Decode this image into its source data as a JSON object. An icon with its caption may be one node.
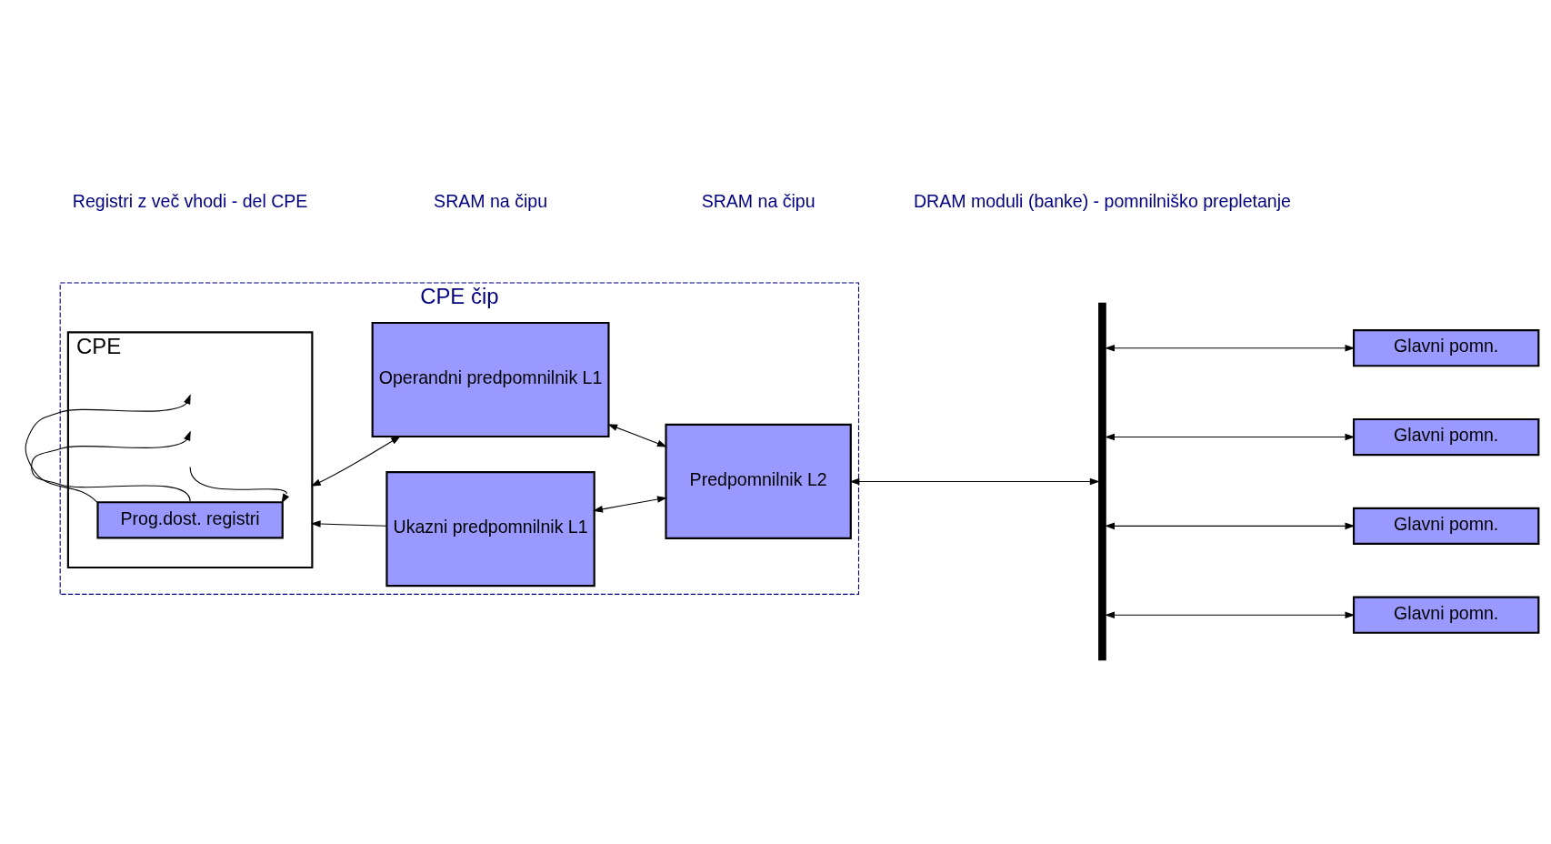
{
  "diagram": {
    "nodes": [
      {
        "text": [
          "CPE čip"
        ]
      },
      {
        "text": [
          "CPE"
        ],
        "in": 0
      },
      {
        "text": [
          "Prog.dost. registri"
        ],
        "in": 1
      },
      {
        "text": [
          "Ukazni predpomnilnik L1"
        ],
        "in": 0
      },
      {
        "text": [
          "Operandni predpomnilnik L1"
        ],
        "in": 0
      },
      {
        "text": [
          "Predpomnilnik L2"
        ],
        "in": 0
      },
      {
        "text": [],
        "shape": "bar"
      },
      {
        "text": [
          "Glavni pomn."
        ]
      },
      {
        "text": [
          "Glavni pomn."
        ]
      },
      {
        "text": [
          "Glavni pomn."
        ]
      },
      {
        "text": [
          "Glavni pomn."
        ]
      }
    ],
    "edges": [
      {
        "from": 2,
        "to": null,
        "arrow": "to"
      },
      {
        "from": 2,
        "to": null,
        "arrow": "to"
      },
      {
        "from": null,
        "to": 2,
        "arrow": "to"
      },
      {
        "from": 3,
        "to": 1,
        "arrow": "to"
      },
      {
        "from": 1,
        "to": 4,
        "arrow": "both"
      },
      {
        "from": 5,
        "to": 3,
        "arrow": "both"
      },
      {
        "from": 5,
        "to": 4,
        "arrow": "both"
      },
      {
        "from": 5,
        "to": 6,
        "arrow": "both"
      },
      {
        "from": 6,
        "to": 7,
        "arrow": "both"
      },
      {
        "from": 6,
        "to": 8,
        "arrow": "both"
      },
      {
        "from": 6,
        "to": 9,
        "arrow": "both"
      },
      {
        "from": 6,
        "to": 10,
        "arrow": "both"
      }
    ],
    "labels": [
      "Registri z več vhodi - del CPE",
      "SRAM na čipu",
      "SRAM na čipu",
      "DRAM moduli (banke) - pomnilniško prepletanje"
    ]
  }
}
